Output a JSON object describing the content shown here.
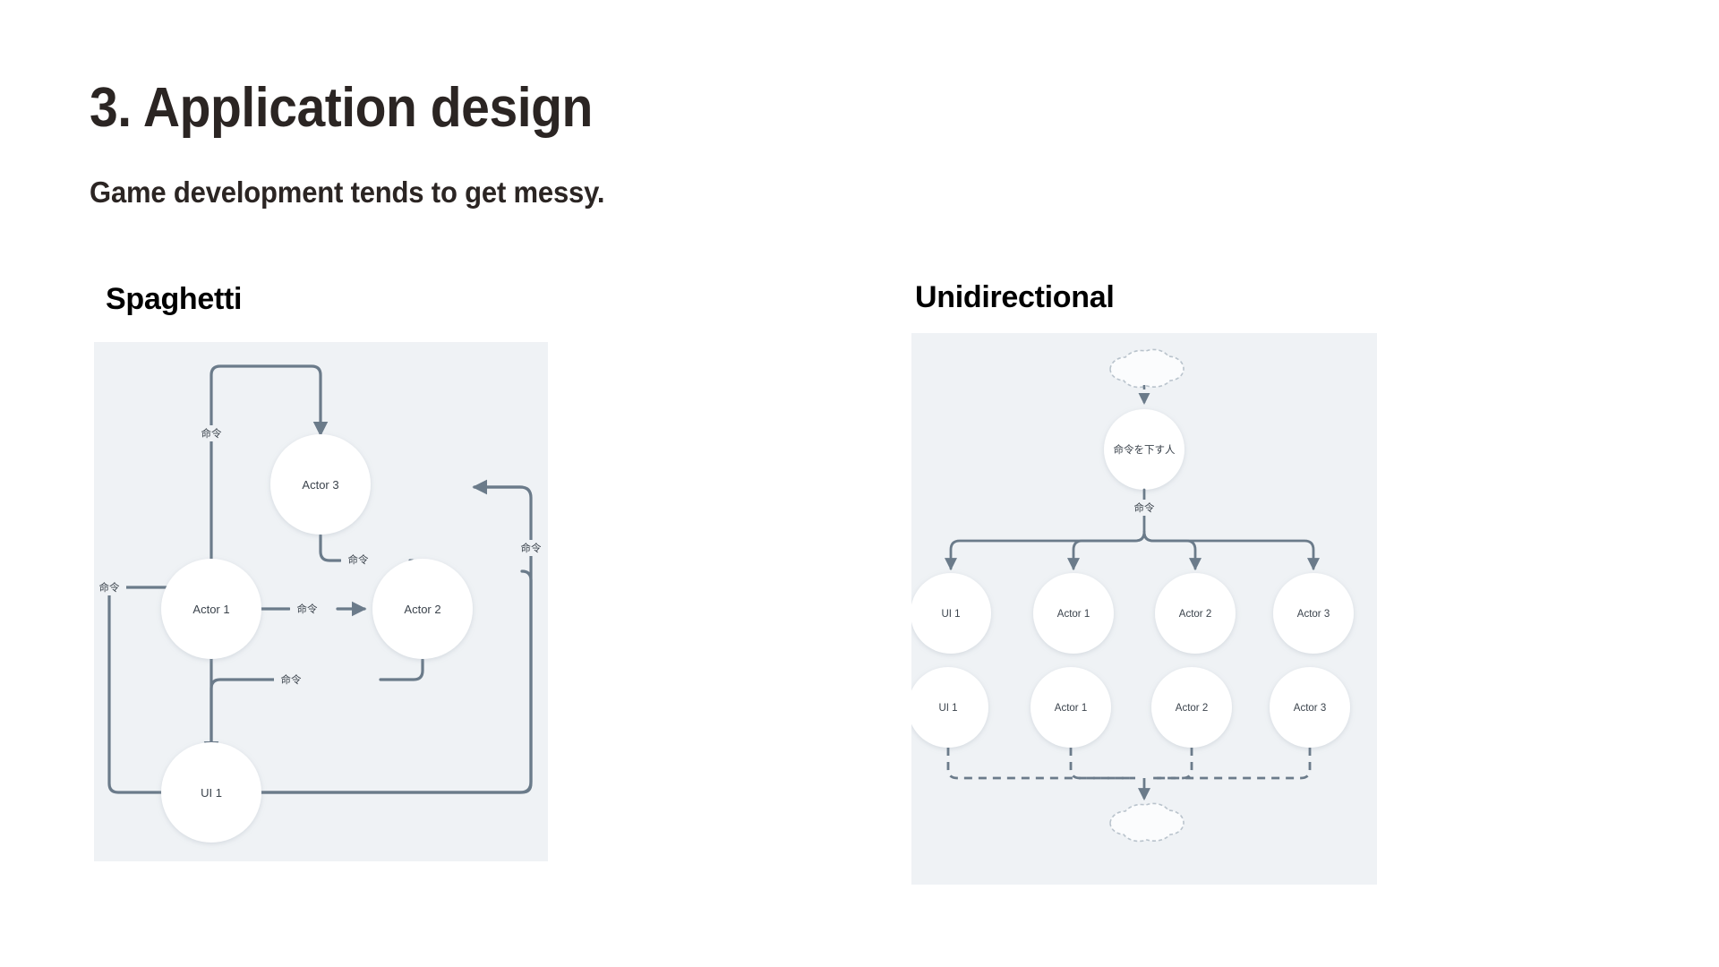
{
  "slide": {
    "title": "3. Application design",
    "subtitle": "Game development tends to get messy.",
    "background_color": "#ffffff",
    "title_color": "#2b2523"
  },
  "panels": {
    "left": {
      "heading": "Spaghetti",
      "background_color": "#eff2f5",
      "nodes": [
        {
          "id": "actor3",
          "label": "Actor 3"
        },
        {
          "id": "actor1",
          "label": "Actor 1"
        },
        {
          "id": "actor2",
          "label": "Actor 2"
        },
        {
          "id": "ui1",
          "label": "UI 1"
        }
      ],
      "edge_labels": {
        "ui1_to_actor3": "命令",
        "actor3_to_actor2": "命令",
        "actor1_to_actor2": "命令",
        "ui1_to_actor1": "命令",
        "actor2_to_ui1": "命令",
        "ui1_to_actor3_right": "命令"
      }
    },
    "right": {
      "heading": "Unidirectional",
      "background_color": "#eff2f5",
      "root_node": {
        "label": "命令を下す人"
      },
      "dispatch_label": "命令",
      "row_one": [
        {
          "label": "UI 1"
        },
        {
          "label": "Actor 1"
        },
        {
          "label": "Actor 2"
        },
        {
          "label": "Actor 3"
        }
      ],
      "row_two": [
        {
          "label": "UI 1"
        },
        {
          "label": "Actor 1"
        },
        {
          "label": "Actor 2"
        },
        {
          "label": "Actor 3"
        }
      ],
      "cloud_top": {
        "label": ""
      },
      "cloud_bottom": {
        "label": ""
      }
    }
  },
  "colors": {
    "panel_background": "#eff2f5",
    "edge_stroke": "#6b7b8a",
    "node_fill": "#ffffff",
    "text": "#3b434c",
    "title": "#2b2523"
  }
}
